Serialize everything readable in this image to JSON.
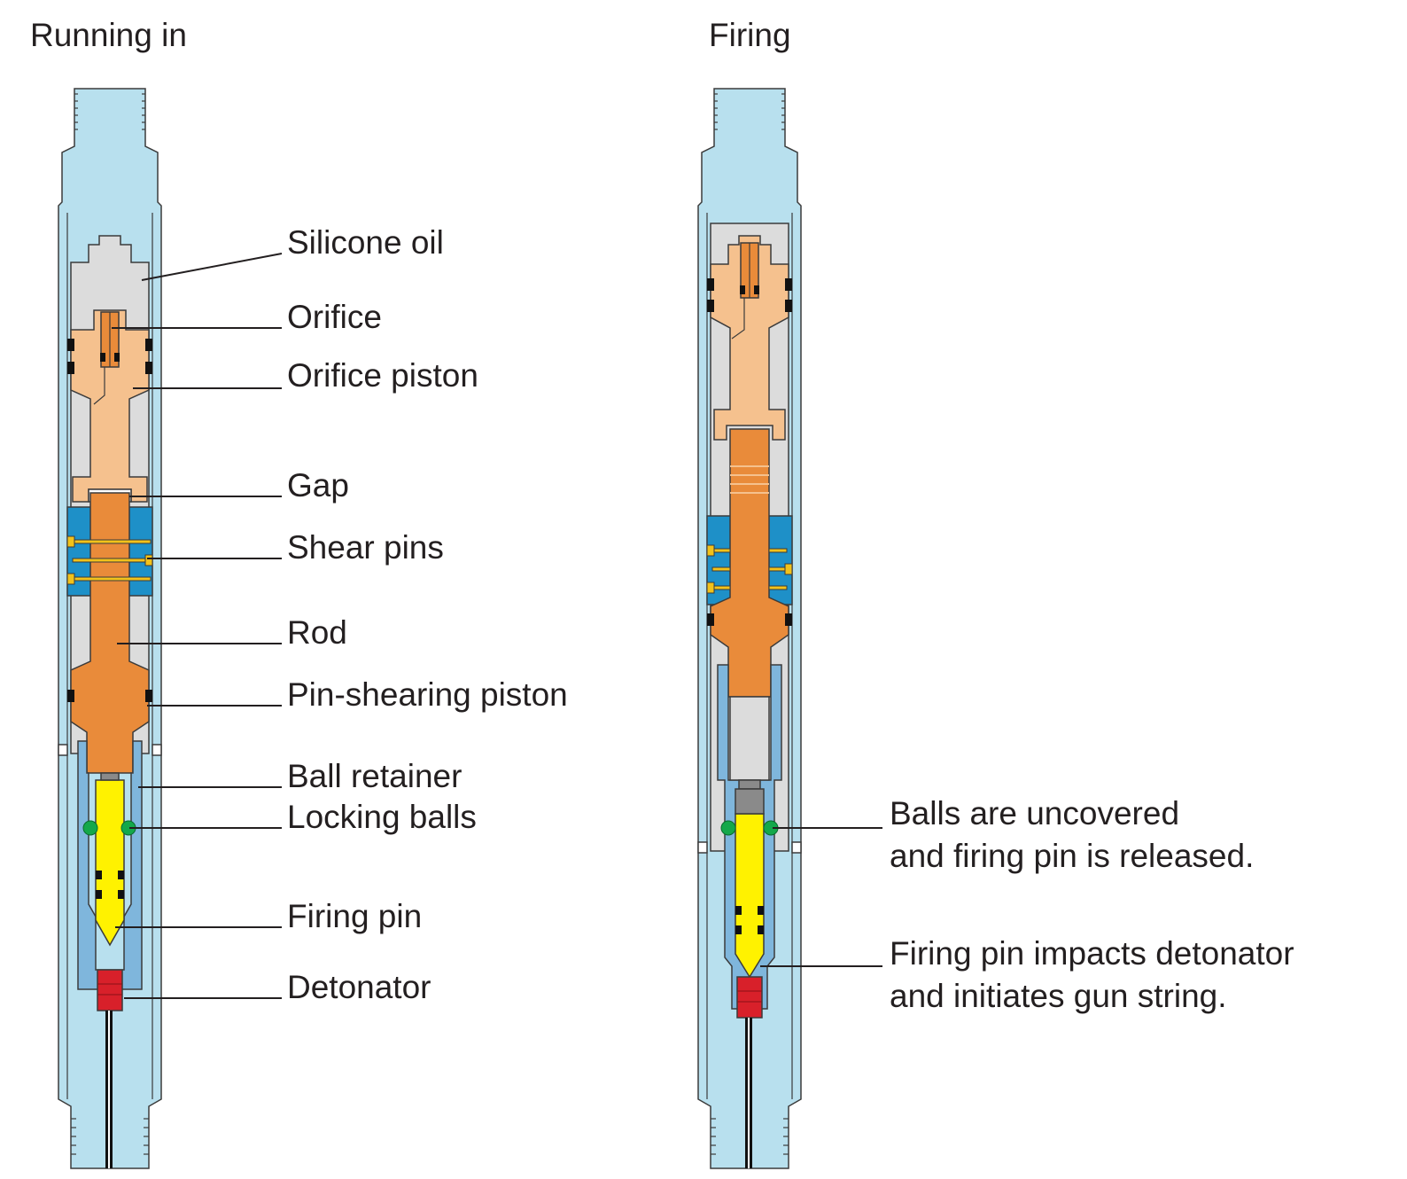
{
  "titles": {
    "left": "Running in",
    "right": "Firing"
  },
  "left_labels": [
    "Silicone oil",
    "Orifice",
    "Orifice piston",
    "Gap",
    "Shear pins",
    "Rod",
    "Pin-shearing piston",
    "Ball retainer",
    "Locking balls",
    "Firing pin",
    "Detonator"
  ],
  "right_notes": [
    {
      "line1": "Balls are uncovered",
      "line2": "and firing pin is released."
    },
    {
      "line1": "Firing pin impacts detonator",
      "line2": "and initiates gun string."
    }
  ],
  "colors": {
    "housing": "#b8e0ee",
    "silicone_oil": "#dcdcdc",
    "orifice_piston": "#f5c18e",
    "orifice": "#e98b3a",
    "rod": "#e98b3a",
    "shear_sub": "#1e90c8",
    "shear_pins": "#f2c21a",
    "ball_retainer": "#7fb6dc",
    "firing_pin": "#fff200",
    "locking_balls": "#14a84a",
    "detonator": "#d8202a",
    "seals": "#111111",
    "wire": "#111111"
  }
}
